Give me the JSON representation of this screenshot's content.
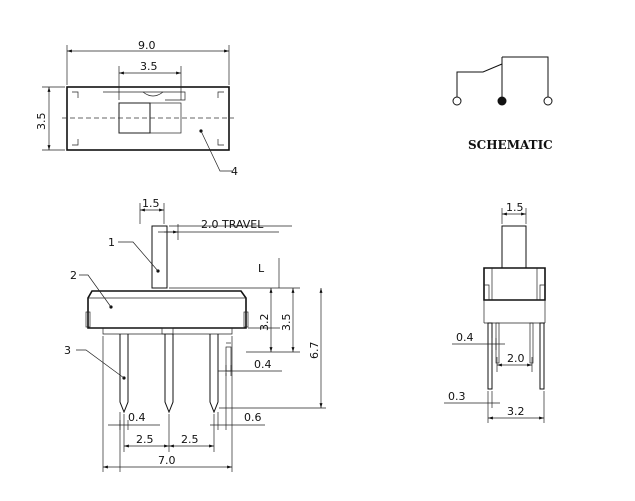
{
  "labels": {
    "top_width": "9.0",
    "top_inner": "3.5",
    "top_height": "3.5",
    "callout_4": "4",
    "schematic": "SCHEMATIC",
    "front_lever": "1.5",
    "travel": "2.0 TRAVEL",
    "callout_1": "1",
    "callout_2": "2",
    "callout_3": "3",
    "lever_len": "L",
    "body_h": "3.2",
    "total_h": "3.5",
    "overall_h": "6.7",
    "pin_w_right": "0.4",
    "pin_w": "0.4",
    "pitch_1": "2.5",
    "pitch_2": "2.5",
    "end_pin": "0.6",
    "overall_w": "7.0",
    "side_lever": "1.5",
    "side_pin": "0.4",
    "side_pitch": "2.0",
    "side_pin_thk": "0.3",
    "side_body": "3.2"
  }
}
